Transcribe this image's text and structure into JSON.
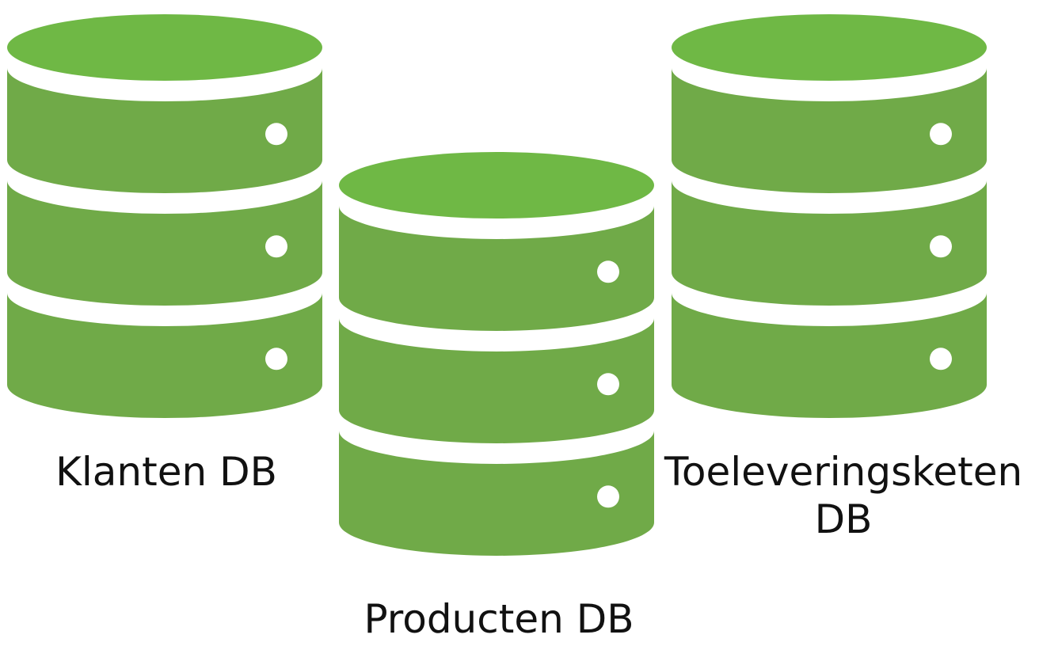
{
  "colors": {
    "cylinder_fill": "#70aa48",
    "cylinder_top": "#6fb845",
    "separator": "#ffffff",
    "indicator_dot": "#ffffff",
    "label_text": "#111111"
  },
  "databases": [
    {
      "id": "klanten",
      "label": "Klanten DB",
      "icon": "database-icon",
      "disks": 3
    },
    {
      "id": "producten",
      "label": "Producten DB",
      "icon": "database-icon",
      "disks": 3
    },
    {
      "id": "toelevering",
      "label": "Toeleveringsketen DB",
      "icon": "database-icon",
      "disks": 3
    }
  ]
}
